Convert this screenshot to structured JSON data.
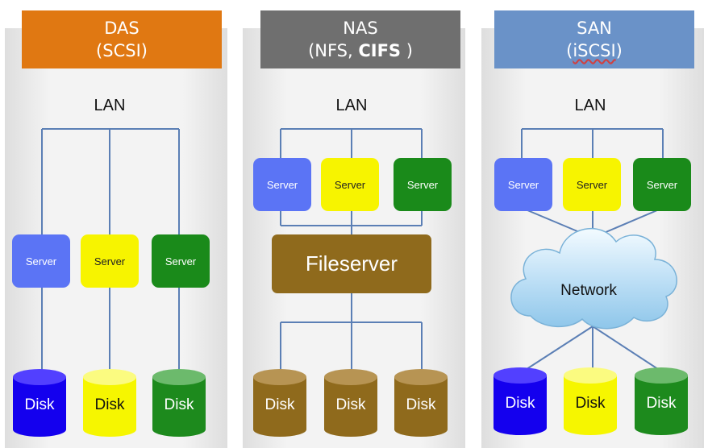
{
  "panels": [
    {
      "id": "das",
      "title_line1": "DAS",
      "title_line2": "(SCSI)",
      "header_color": "#e07812"
    },
    {
      "id": "nas",
      "title_line1": "NAS",
      "title_line2_a": "(NFS, ",
      "title_line2_b": "CIFS",
      "title_line2_c": " )",
      "header_color": "#6f6f6f"
    },
    {
      "id": "san",
      "title_line1": "SAN",
      "title_line2_a": "(",
      "title_line2_b": "iSCSI",
      "title_line2_c": ")",
      "header_color": "#6a92c8"
    }
  ],
  "lan_label": "LAN",
  "server_label": "Server",
  "fileserver_label": "Fileserver",
  "network_label": "Network",
  "disk_label": "Disk",
  "colors": {
    "server_blue": "#5b74f5",
    "server_yellow": "#f7f400",
    "server_green": "#1a8a1a",
    "disk_blue": "#1400ee",
    "disk_yellow": "#f6f600",
    "disk_green": "#1d8a1d",
    "disk_brown": "#8f6a1c",
    "line": "#5b7fb5"
  }
}
